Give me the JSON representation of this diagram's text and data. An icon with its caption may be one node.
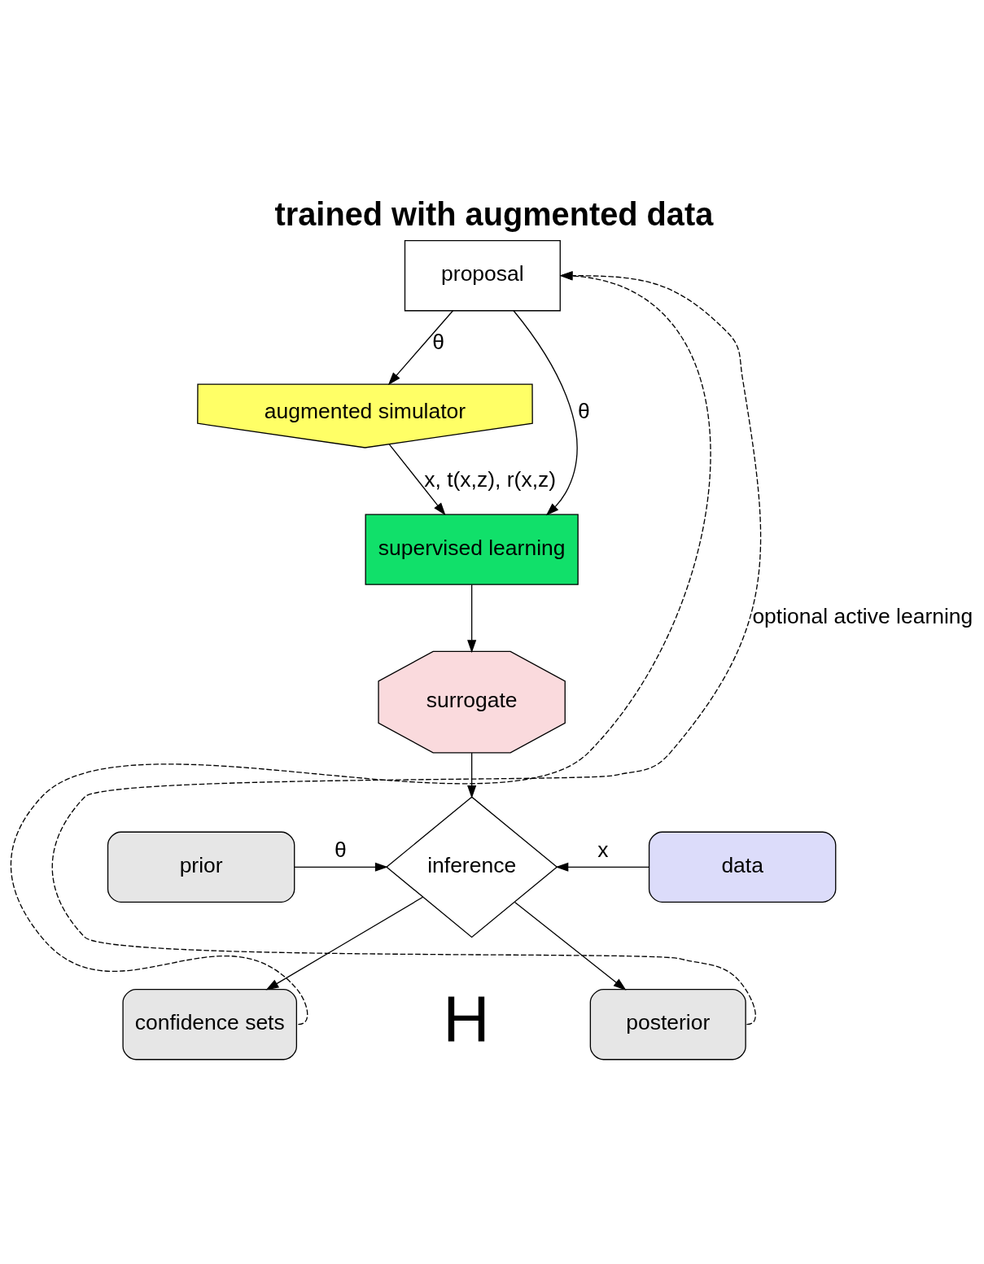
{
  "diagram": {
    "title": "trained with augmented data",
    "nodes": [
      {
        "text": [
          "proposal"
        ]
      },
      {
        "text": [
          "augmented simulator"
        ]
      },
      {
        "text": [
          "supervised learning"
        ]
      },
      {
        "text": [
          "surrogate"
        ]
      },
      {
        "text": [
          "inference"
        ]
      },
      {
        "text": [
          "prior"
        ]
      },
      {
        "text": [
          "data"
        ]
      },
      {
        "text": [
          "confidence sets"
        ]
      },
      {
        "text": [
          "posterior"
        ]
      }
    ],
    "edges": [
      {
        "from": 0,
        "to": 1,
        "arrow": "to",
        "label": "θ"
      },
      {
        "from": 0,
        "to": 2,
        "arrow": "to",
        "label": "θ"
      },
      {
        "from": 1,
        "to": 2,
        "arrow": "to",
        "label": "x, t(x,z), r(x,z)"
      },
      {
        "from": 2,
        "to": 3,
        "arrow": "to"
      },
      {
        "from": 3,
        "to": 4,
        "arrow": "to"
      },
      {
        "from": 5,
        "to": 4,
        "arrow": "to",
        "label": "θ"
      },
      {
        "from": 6,
        "to": 4,
        "arrow": "to",
        "label": "x"
      },
      {
        "from": 4,
        "to": 7,
        "arrow": "to"
      },
      {
        "from": 4,
        "to": 8,
        "arrow": "to"
      },
      {
        "from": 8,
        "to": 0,
        "arrow": "to",
        "style": "dashed",
        "label": "optional active learning"
      },
      {
        "from": 7,
        "to": 0,
        "arrow": "to",
        "style": "dashed"
      }
    ],
    "labels": [
      "H"
    ]
  }
}
